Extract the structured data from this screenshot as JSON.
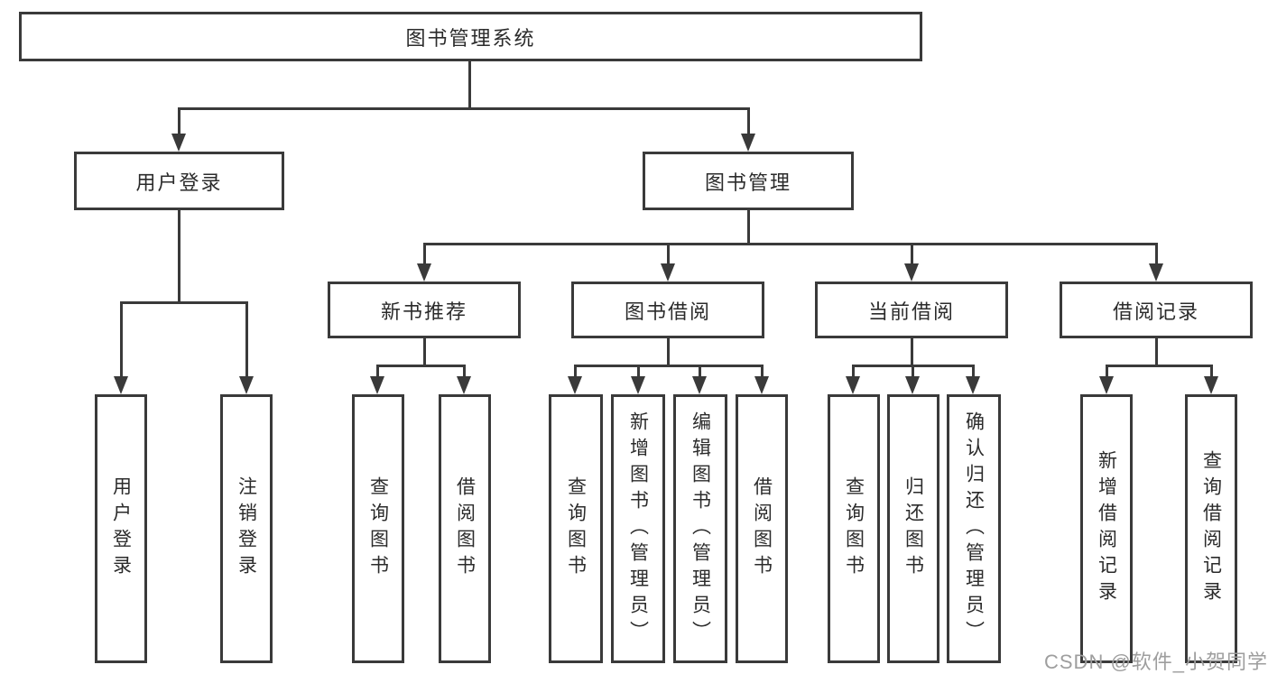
{
  "nodes": {
    "root": "图书管理系统",
    "level2": [
      "用户登录",
      "图书管理"
    ],
    "level3": [
      "新书推荐",
      "图书借阅",
      "当前借阅",
      "借阅记录"
    ],
    "leaves": [
      "用户登录",
      "注销登录",
      "查询图书",
      "借阅图书",
      "查询图书",
      "新增图书（管理员）",
      "编辑图书（管理员）",
      "借阅图书",
      "查询图书",
      "归还图书",
      "确认归还（管理员）",
      "新增借阅记录",
      "查询借阅记录"
    ]
  },
  "watermark": "CSDN @软件_小贺同学",
  "colors": {
    "line": "#3a3a3a",
    "text": "#2b2b2b",
    "background": "#ffffff",
    "watermark": "#9e9e9e"
  }
}
